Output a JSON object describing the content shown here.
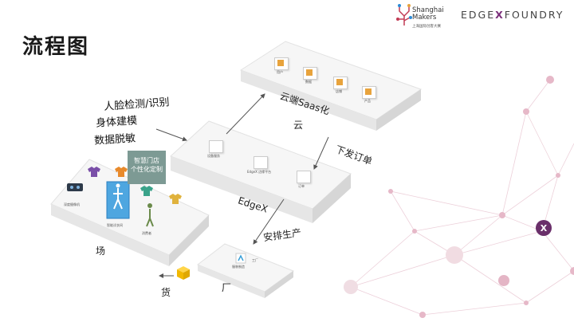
{
  "slide": {
    "title": "流程图"
  },
  "logos": {
    "shanghai_makers_line1": "Shanghai",
    "shanghai_makers_line2": "Makers",
    "shanghai_makers_sub": "上海国际创客大赛",
    "edgex_left": "EDGE",
    "edgex_x": "X",
    "edgex_right": "FOUNDRY"
  },
  "features": [
    "人脸检测/识别",
    "身体建模",
    "数据脱敏"
  ],
  "callout": {
    "line1": "智慧门店",
    "line2": "个性化定制"
  },
  "platforms": {
    "cloud": {
      "title": "云端Saas化",
      "label": "云",
      "items": [
        "用户",
        "数据",
        "店铺",
        "产品"
      ]
    },
    "edge": {
      "label": "EdgeX",
      "items": [
        "设备服务",
        "EdgeX 边缘平台",
        "订单"
      ]
    },
    "store": {
      "label": "场",
      "items": [
        "深度摄像机",
        "智能试衣间",
        "消费者"
      ]
    },
    "factory": {
      "label": "厂",
      "items": [
        "服装制造",
        "工厂"
      ]
    }
  },
  "arrows": {
    "order": "下发订单",
    "production": "安排生产",
    "goods": "货"
  },
  "colors": {
    "accent": "#7d9a94",
    "brand": "#7a2f7a",
    "network": "#e8c4d0"
  }
}
